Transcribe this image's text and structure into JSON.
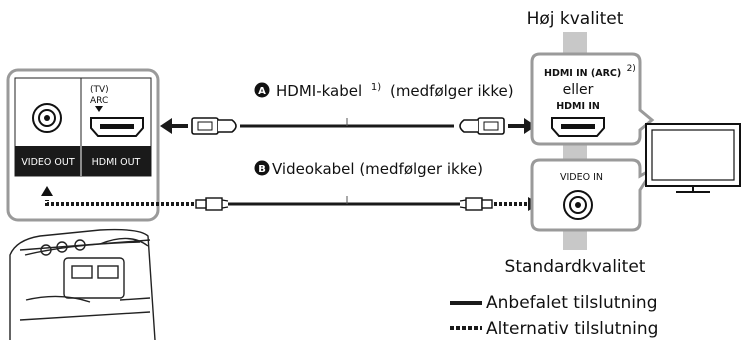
{
  "quality": {
    "high": "Høj kvalitet",
    "standard": "Standardkvalitet"
  },
  "cables": {
    "hdmi": {
      "marker": "A",
      "label": "HDMI-kabel",
      "footnote": "1)",
      "note": "(medfølger ikke)"
    },
    "video": {
      "marker": "B",
      "label": "Videokabel (medfølger ikke)"
    }
  },
  "speaker_panel": {
    "tv_arc_line1": "(TV)",
    "tv_arc_line2": "ARC",
    "video_out": "VIDEO OUT",
    "hdmi_out": "HDMI OUT"
  },
  "tv_panel": {
    "hdmi_in_arc": "HDMI IN (ARC)",
    "hdmi_in_arc_footnote": "2)",
    "or": "eller",
    "hdmi_in": "HDMI IN",
    "video_in": "VIDEO IN"
  },
  "legend": {
    "recommended": "Anbefalet tilslutning",
    "alternative": "Alternativ tilslutning"
  },
  "colors": {
    "line": "#1a1a1a",
    "panel_border": "#9a9a9a",
    "gray_bar": "#c8c8c8"
  }
}
